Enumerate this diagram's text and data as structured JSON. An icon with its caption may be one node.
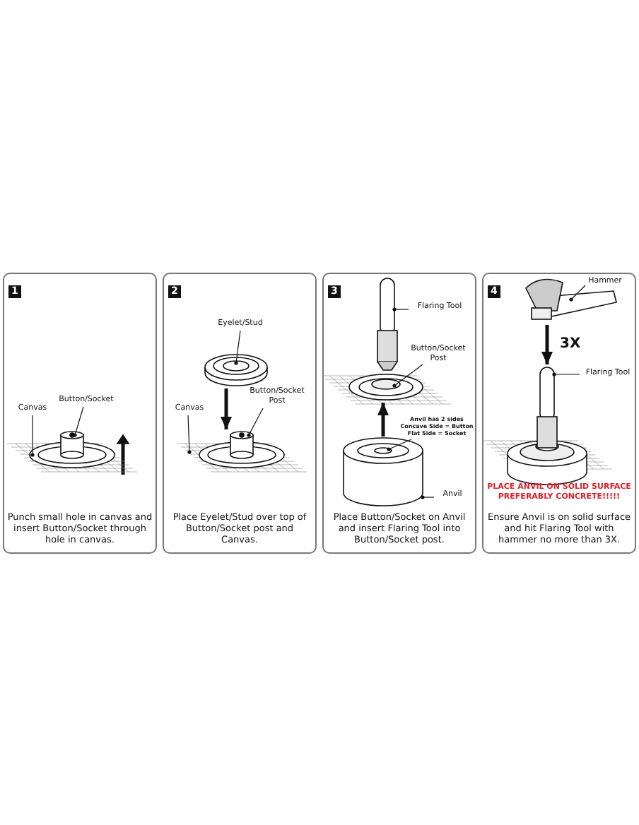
{
  "diagram": {
    "nodes": [
      {
        "text": [
          "1",
          "Punch small hole in canvas and insert Button/Socket through hole in canvas."
        ]
      },
      {
        "text": [
          "2",
          "Place Eyelet/Stud over top of Button/Socket post and Canvas."
        ]
      },
      {
        "text": [
          "3",
          "Place Button/Socket on Anvil and insert Flaring Tool into Button/Socket post."
        ]
      },
      {
        "text": [
          "4",
          "Ensure Anvil is on solid surface and hit Flaring Tool with hammer no more than 3X."
        ]
      },
      {
        "text": [
          "Canvas"
        ],
        "in": 0
      },
      {
        "text": [
          "Button/Socket"
        ],
        "in": 0
      },
      {
        "text": [
          "Eyelet/Stud"
        ],
        "in": 1
      },
      {
        "text": [
          "Canvas"
        ],
        "in": 1
      },
      {
        "text": [
          "Button/Socket Post"
        ],
        "in": 1
      },
      {
        "text": [
          "Flaring Tool"
        ],
        "in": 2
      },
      {
        "text": [
          "Button/Socket Post"
        ],
        "in": 2
      },
      {
        "text": [
          "Anvil has 2 sides Concave Side = Button Flat Side = Socket"
        ],
        "in": 2
      },
      {
        "text": [
          "Anvil"
        ],
        "in": 2
      },
      {
        "text": [
          "Hammer"
        ],
        "in": 3
      },
      {
        "text": [
          "Flaring Tool"
        ],
        "in": 3
      },
      {
        "text": [],
        "shape": "picture",
        "in": 0
      },
      {
        "text": [],
        "shape": "picture",
        "in": 15
      },
      {
        "text": [],
        "shape": "picture",
        "in": 1
      },
      {
        "text": [],
        "shape": "picture",
        "in": 1
      },
      {
        "text": [],
        "shape": "picture",
        "in": 18
      },
      {
        "text": [],
        "shape": "picture",
        "in": 2
      },
      {
        "text": [],
        "shape": "picture",
        "in": 2
      },
      {
        "text": [],
        "shape": "picture",
        "in": 2
      },
      {
        "text": [],
        "shape": "picture",
        "in": 3
      },
      {
        "text": [],
        "shape": "picture",
        "in": 3
      }
    ],
    "edges": [
      {
        "from": 4,
        "to": 15,
        "arrow": "other"
      },
      {
        "from": 5,
        "to": 16,
        "arrow": "other"
      },
      {
        "from": 6,
        "to": 17,
        "arrow": "other"
      },
      {
        "from": 7,
        "to": 18,
        "arrow": "other"
      },
      {
        "from": 8,
        "to": 19,
        "arrow": "other"
      },
      {
        "from": 9,
        "to": 20,
        "arrow": "other"
      },
      {
        "from": 10,
        "to": 21,
        "arrow": "other"
      },
      {
        "from": 11,
        "to": 22,
        "arrow": "other"
      },
      {
        "from": 12,
        "to": 22,
        "arrow": "other"
      },
      {
        "from": 13,
        "to": 23,
        "arrow": "other"
      },
      {
        "from": 14,
        "to": 24,
        "arrow": "other"
      },
      {
        "from": 17,
        "to": 19,
        "arrow": "to",
        "style": "thick"
      },
      {
        "from": 22,
        "to": 21,
        "arrow": "to",
        "style": "thick"
      },
      {
        "from": 23,
        "to": 24,
        "arrow": "to",
        "style": "thick",
        "label": "3X"
      }
    ],
    "labels": [
      "PLACE ANVIL ON SOLID SURFACE PREFERABLY CONCRETE!!!!!"
    ]
  }
}
